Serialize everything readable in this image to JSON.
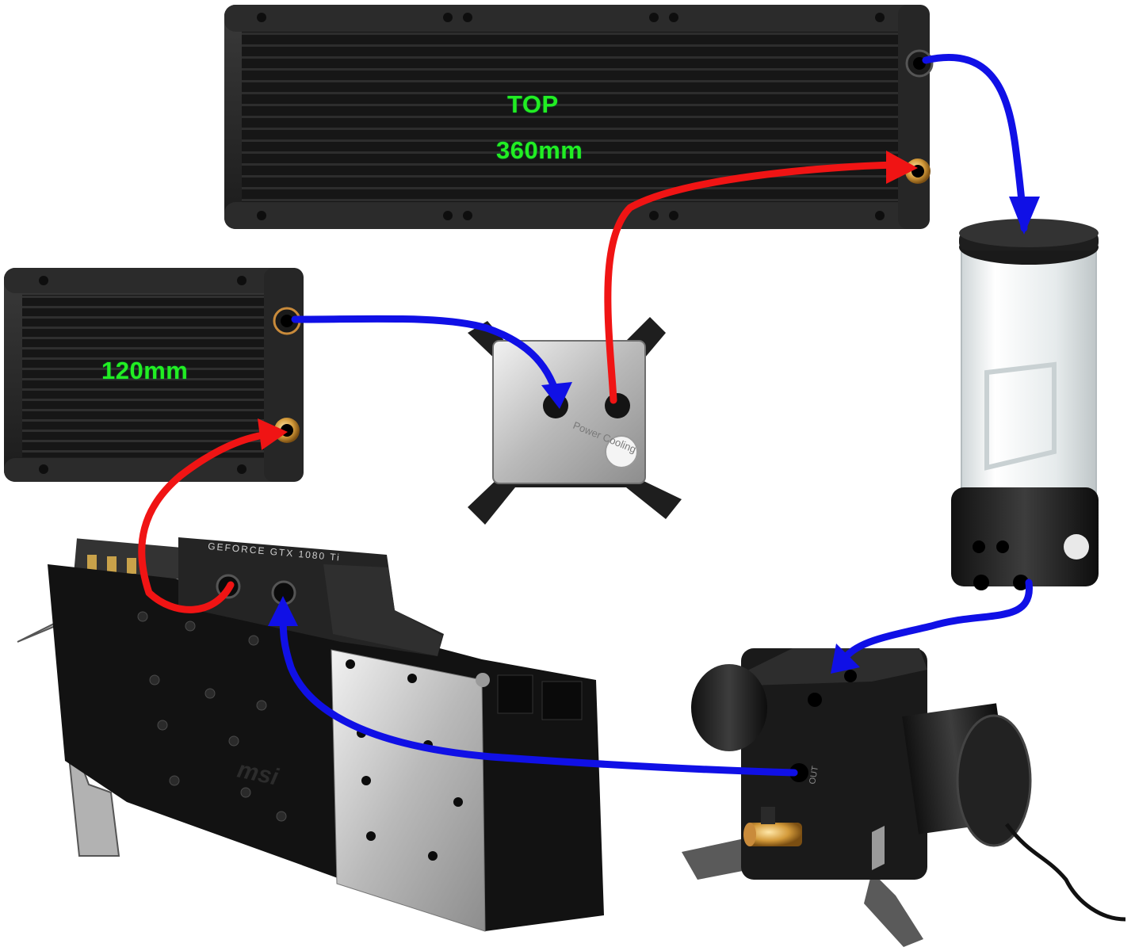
{
  "radiator_top": {
    "label": "TOP",
    "size_label": "360mm"
  },
  "radiator_small": {
    "size_label": "120mm"
  },
  "gpu_block": {
    "shroud_text": "GEFORCE GTX 1080 Ti",
    "brand_text": "msi"
  },
  "cpu_block": {
    "brand_text": "Power Cooling"
  },
  "pump": {
    "port_text": "OUT"
  },
  "colors": {
    "cold_line": "#1010e6",
    "hot_line": "#f01414",
    "label_green": "#22ee22"
  }
}
